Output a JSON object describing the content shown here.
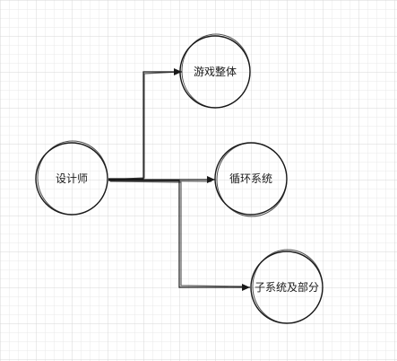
{
  "diagram": {
    "nodes": [
      {
        "id": "designer",
        "label": "设计师"
      },
      {
        "id": "game",
        "label": "游戏整体"
      },
      {
        "id": "loop",
        "label": "循环系统"
      },
      {
        "id": "subsystems",
        "label": "子系统及部分"
      }
    ],
    "edges": [
      {
        "from": "designer",
        "to": "game"
      },
      {
        "from": "designer",
        "to": "loop"
      },
      {
        "from": "designer",
        "to": "subsystems"
      }
    ],
    "colors": {
      "stroke": "#1a1a1a",
      "grid": "#e6e6e6",
      "background": "#ffffff"
    }
  }
}
